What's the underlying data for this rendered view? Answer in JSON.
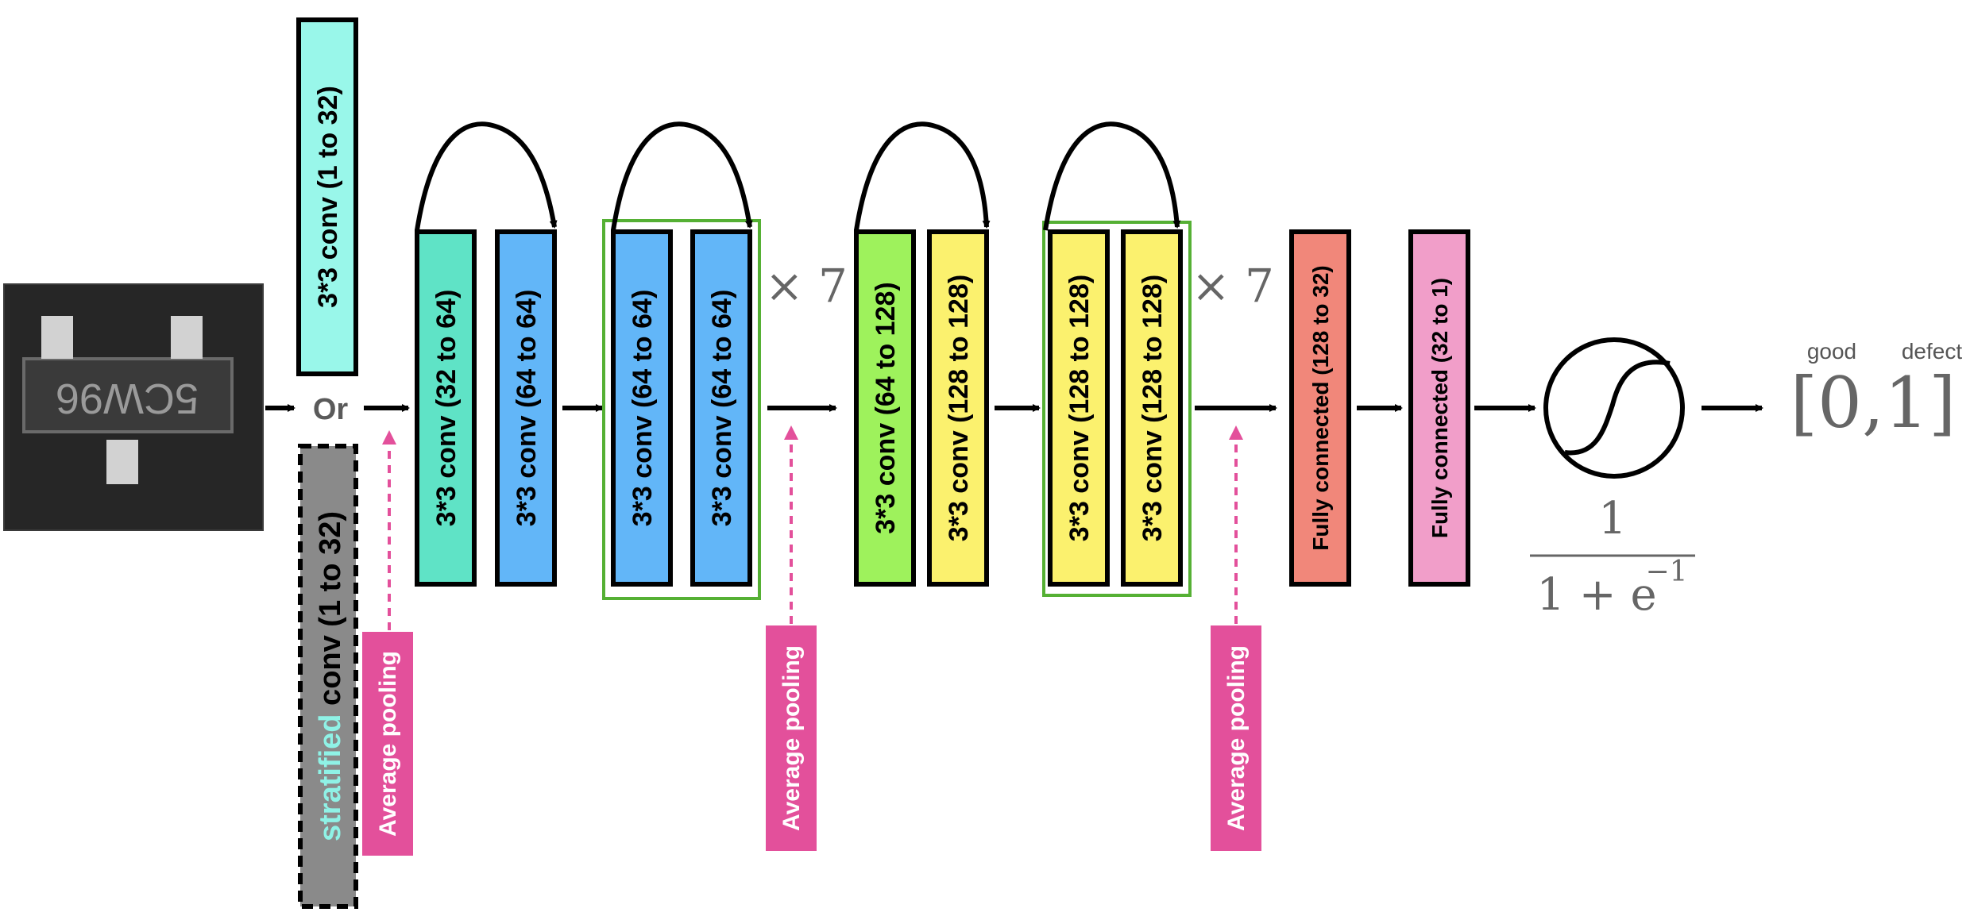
{
  "input_image": {
    "chip_text": "5CW96"
  },
  "initial_conv": {
    "top": "3*3  conv  (1 to 32)",
    "or": "Or",
    "bottom_prefix": "stratified",
    "bottom_rest": " conv  (1 to 32)"
  },
  "conv_blocks": [
    {
      "label": "3*3  conv  (32 to 64)"
    },
    {
      "label": "3*3  conv  (64 to 64)"
    },
    {
      "label": "3*3  conv  (64 to 64)"
    },
    {
      "label": "3*3  conv  (64 to 64)"
    },
    {
      "label": "3*3  conv  (64 to 128)"
    },
    {
      "label": "3*3  conv  (128 to 128)"
    },
    {
      "label": "3*3  conv  (128 to 128)"
    },
    {
      "label": "3*3  conv  (128 to 128)"
    }
  ],
  "repeat_labels": [
    "× 7",
    "× 7"
  ],
  "fc_blocks": [
    {
      "label": "Fully connected (128 to 32)"
    },
    {
      "label": "Fully connected (32 to 1)"
    }
  ],
  "pooling_labels": [
    "Average pooling",
    "Average pooling",
    "Average pooling"
  ],
  "sigmoid": {
    "numerator": "1",
    "denominator": "1 + e",
    "exponent": "−1"
  },
  "output": {
    "good": "good",
    "defect": "defect",
    "range": "[0,1]"
  },
  "colors": {
    "teal_light": "#99f7ea",
    "teal": "#5fe3c6",
    "blue": "#62b6f8",
    "green": "#9ef25c",
    "yellow": "#fbf16e",
    "salmon": "#f1877a",
    "pink": "#f19ec9",
    "magenta": "#e3509b",
    "gray": "#8a8a8a",
    "group_border": "#55b034"
  }
}
